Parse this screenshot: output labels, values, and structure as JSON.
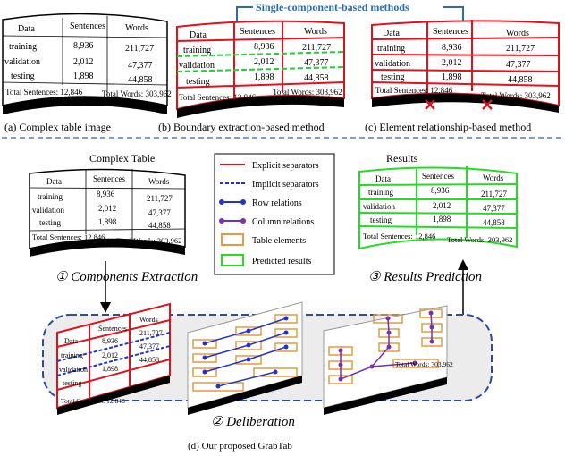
{
  "table": {
    "headers": [
      "Data",
      "Sentences",
      "Words"
    ],
    "rows": [
      [
        "training",
        "8,936",
        "211,727"
      ],
      [
        "validation",
        "2,012",
        "47,377"
      ],
      [
        "testing",
        "1,898",
        "44,858"
      ]
    ],
    "footer_left": "Total Sentences: 12,846",
    "footer_right": "Total Words: 303,962"
  },
  "top": {
    "banner": "Single-component-based methods",
    "caption_a": "(a) Complex table image",
    "caption_b": "(b) Boundary extraction-based method",
    "caption_c": "(c) Element relationship-based method"
  },
  "bottom": {
    "complex_table_label": "Complex Table",
    "results_label": "Results",
    "step1": "① Components Extraction",
    "step2": "② Deliberation",
    "step3": "③ Results Prediction",
    "caption_d": "(d) Our proposed GrabTab"
  },
  "legend": [
    {
      "label": "Explicit separators",
      "kind": "line",
      "color": "#e0121b"
    },
    {
      "label": "Implicit separators",
      "kind": "dashed",
      "color": "#2233cc"
    },
    {
      "label": "Row relations",
      "kind": "dotline",
      "color": "#2233cc"
    },
    {
      "label": "Column relations",
      "kind": "dotline",
      "color": "#7b2fa8"
    },
    {
      "label": "Table elements",
      "kind": "box",
      "color": "#e89a3a"
    },
    {
      "label": "Predicted results",
      "kind": "box",
      "color": "#22dd22"
    }
  ],
  "colors": {
    "explicit": "#e0121b",
    "implicit": "#2233cc",
    "banner": "#2b6cb0",
    "results": "#22dd22",
    "element_box": "#e89a3a",
    "column": "#7b2fa8",
    "cross": "#e0121b"
  }
}
